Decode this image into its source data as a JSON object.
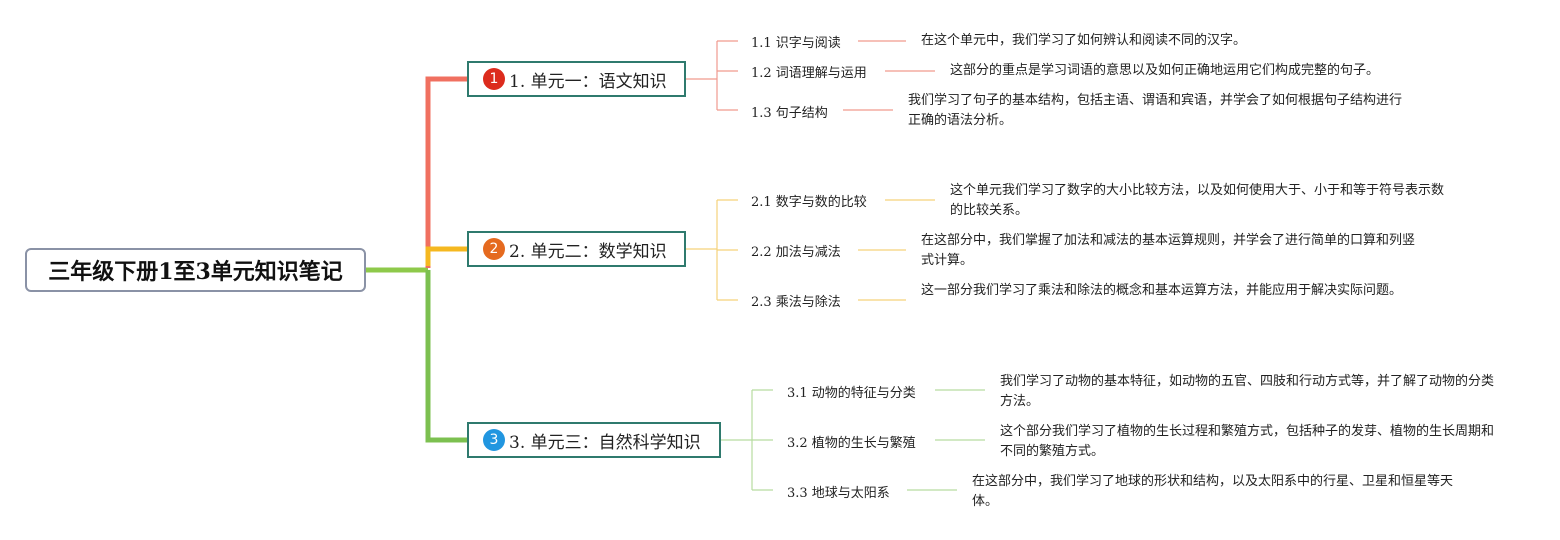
{
  "root": {
    "title": "三年级下册1至3单元知识笔记"
  },
  "colors": {
    "unit1": "#f07060",
    "unit2": "#f5b820",
    "unit3": "#7cc050",
    "root_line": "#8ec94a"
  },
  "units": [
    {
      "badge": "1",
      "badge_color": "#dc2b1d",
      "label": "1. 单元一：语文知识",
      "topics": [
        {
          "label": "1.1 识字与阅读",
          "desc": "在这个单元中，我们学习了如何辨认和阅读不同的汉字。"
        },
        {
          "label": "1.2 词语理解与运用",
          "desc": "这部分的重点是学习词语的意思以及如何正确地运用它们构成完整的句子。"
        },
        {
          "label": "1.3 句子结构",
          "desc": "我们学习了句子的基本结构，包括主语、谓语和宾语，并学会了如何根据句子结构进行正确的语法分析。"
        }
      ]
    },
    {
      "badge": "2",
      "badge_color": "#e56a1f",
      "label": "2. 单元二：数学知识",
      "topics": [
        {
          "label": "2.1 数字与数的比较",
          "desc": "这个单元我们学习了数字的大小比较方法，以及如何使用大于、小于和等于符号表示数的比较关系。"
        },
        {
          "label": "2.2 加法与减法",
          "desc": "在这部分中，我们掌握了加法和减法的基本运算规则，并学会了进行简单的口算和列竖式计算。"
        },
        {
          "label": "2.3 乘法与除法",
          "desc": "这一部分我们学习了乘法和除法的概念和基本运算方法，并能应用于解决实际问题。"
        }
      ]
    },
    {
      "badge": "3",
      "badge_color": "#2196e0",
      "label": "3. 单元三：自然科学知识",
      "topics": [
        {
          "label": "3.1 动物的特征与分类",
          "desc": "我们学习了动物的基本特征，如动物的五官、四肢和行动方式等，并了解了动物的分类方法。"
        },
        {
          "label": "3.2 植物的生长与繁殖",
          "desc": "这个部分我们学习了植物的生长过程和繁殖方式，包括种子的发芽、植物的生长周期和不同的繁殖方式。"
        },
        {
          "label": "3.3 地球与太阳系",
          "desc": "在这部分中，我们学习了地球的形状和结构，以及太阳系中的行星、卫星和恒星等天体。"
        }
      ]
    }
  ]
}
